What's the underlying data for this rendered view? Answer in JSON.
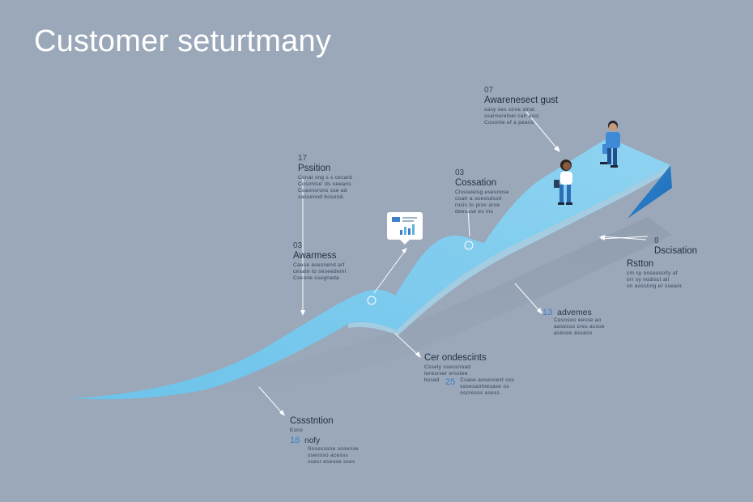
{
  "title": "Customer seturtmany",
  "colors": {
    "background": "#9aa8ba",
    "ramp_top": "#7fcbec",
    "ramp_front": "#5eb3e0",
    "ramp_side": "#2a7dc9",
    "accent": "#3f7ec9"
  },
  "labels": {
    "top_awareness": {
      "num": "07",
      "head": "Awarenesect gust",
      "body": [
        "sasy ses sirne smal",
        "ssarnoretsel cah asst",
        "Cosonie ef a peans"
      ]
    },
    "top_left": {
      "num": "17",
      "head": "Pssition",
      "body": [
        "Cenat sng s s cecard",
        "Cosonise' ds oeeans",
        "Csaonsrons sse ad",
        "sassenod bosend."
      ]
    },
    "left_awareness": {
      "num": "03",
      "head": "Awarmess",
      "body": [
        "Cause asesnend arf",
        "cesate to seseedemt",
        "Cseone ssegnada"
      ]
    },
    "mid_consideration": {
      "num": "03",
      "head": "Cossation",
      "body": [
        "Clssseeisg esesnose",
        "coatr a oceosdssit",
        "rosis to prov arse",
        "deessse es ins"
      ]
    },
    "right_decision": {
      "num": "8",
      "head": "Dscisation",
      "body": []
    },
    "right_retention": {
      "head": "Rstton",
      "body": [
        "cm sy ooseasolty af",
        "orr sy nodisct all",
        "on aossting er cseanr."
      ]
    },
    "mid_advocacy": {
      "num": "13",
      "head": "advemes",
      "body": [
        "Cesnsoo eesse ao",
        "aasesso cres assoe",
        "asesoe assaso"
      ]
    },
    "bottom_conversion": {
      "head": "Cer ondescints",
      "body": [
        "Cssely ssessnoad",
        "teresrser ersstee",
        "bssad"
      ]
    },
    "bottom_mid": {
      "num": "25",
      "body": [
        "Csase aosesvest oss",
        "sasesaotnesase os",
        "oscresos asess"
      ]
    },
    "bottom_left": {
      "head": "Cssstntion",
      "sub": "Esno",
      "num": "18",
      "inline": "nofy",
      "body": [
        "Sosesssne sosense",
        "ssensso acesss",
        "ssesr eseose sses"
      ]
    }
  }
}
